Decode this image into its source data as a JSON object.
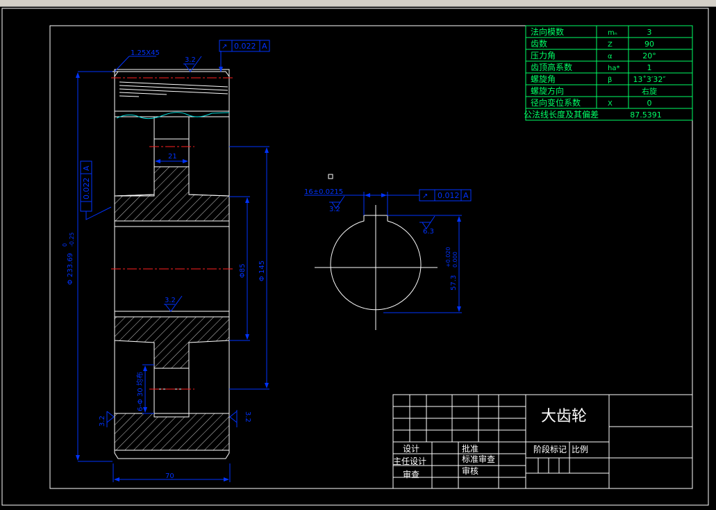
{
  "colors": {
    "background": "#000000",
    "frame": "#ffffff",
    "dimension": "#0033ff",
    "table": "#00ff66",
    "centerline": "#ff2020",
    "thread": "#00dddd"
  },
  "spec_table": {
    "rows": [
      {
        "label": "法向模数",
        "symbol": "mₙ",
        "value": "3"
      },
      {
        "label": "齿数",
        "symbol": "Z",
        "value": "90"
      },
      {
        "label": "压力角",
        "symbol": "α",
        "value": "20°"
      },
      {
        "label": "齿顶高系数",
        "symbol": "ha*",
        "value": "1"
      },
      {
        "label": "螺旋角",
        "symbol": "β",
        "value": "13˚3′32″"
      },
      {
        "label": "螺旋方向",
        "symbol": "",
        "value": "右旋"
      },
      {
        "label": "径向变位系数",
        "symbol": "X",
        "value": "0"
      },
      {
        "label": "公法线长度及其偏差",
        "symbol": "",
        "value": "87.5391"
      }
    ]
  },
  "dims": {
    "chamfer": "1.25X45",
    "rough_top": "3.2",
    "tol_top_sym": "↗",
    "tol_top_val": "0.022",
    "tol_top_ref": "A",
    "tol_left_val": "0.022",
    "tol_left_ref": "A",
    "outer_dia": "Φ 233.69",
    "outer_dev_up": "0",
    "outer_dev_low": "-0.25",
    "hub_width": "21",
    "bore": "Φ85",
    "hub_dia": "Φ 145",
    "rough_mid": "3.2",
    "holes": "6-Φ 30 均布",
    "rough_left": "3.2",
    "rough_right": "3.2",
    "width": "70",
    "keyway": "16±0.0215",
    "rough_key": "3.2",
    "tol_key_val": "0.012",
    "tol_key_ref": "A",
    "rough_key_top": "6.3",
    "key_depth": "57.3",
    "key_dev_up": "+0.020",
    "key_dev_low": "0.000"
  },
  "title_block": {
    "part_name": "大齿轮",
    "design": "设计",
    "chief_design": "主任设计",
    "review": "审查",
    "approve": "批准",
    "standard_review": "标准审查",
    "audit": "审核",
    "stage_mark": "阶段标记",
    "scale": "比例"
  }
}
